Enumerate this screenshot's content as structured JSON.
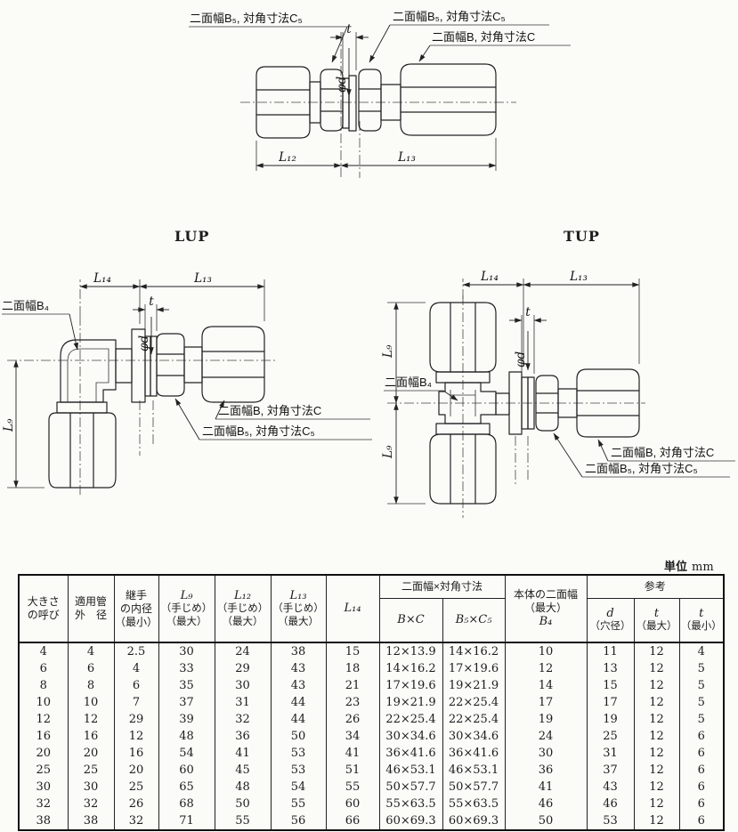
{
  "unit": {
    "label": "単位",
    "value": "mm"
  },
  "figures": {
    "lup_title": "LUP",
    "tup_title": "TUP"
  },
  "diagram_labels": {
    "b5c5": "二面幅B₅, 対角寸法C₅",
    "bc": "二面幅B, 対角寸法C",
    "b4": "二面幅B₄",
    "t": "t",
    "phi_d": "φd",
    "L9": "L₉",
    "L12": "L₁₂",
    "L13": "L₁₃",
    "L14": "L₁₄"
  },
  "table": {
    "group_headers": {
      "width_across": "二面幅×対角寸法",
      "reference": "参考"
    },
    "columns": {
      "size": "大きさ\nの呼び",
      "pipe_od": "適用管\n外　径",
      "bore": "継手\nの内径\n（最小）",
      "L9_sym": "L₉",
      "L9_sub": "（手じめ）\n（最大）",
      "L12_sym": "L₁₂",
      "L12_sub": "（手じめ）\n（最大）",
      "L13_sym": "L₁₃",
      "L13_sub": "（手じめ）\n（最大）",
      "L14_sym": "L₁₄",
      "bxc": "B×C",
      "b5xc5": "B₅×C₅",
      "body_jp": "本体の二面幅\n（最大）",
      "body_sym": "B₄",
      "d_sym": "d",
      "d_sub": "（穴径）",
      "tmax_sym": "t",
      "tmax_sub": "（最大）",
      "tmin_sym": "t",
      "tmin_sub": "（最小）"
    },
    "rows": [
      [
        "4",
        "4",
        "2.5",
        "30",
        "24",
        "38",
        "15",
        "12×13.9",
        "14×16.2",
        "10",
        "11",
        "12",
        "4"
      ],
      [
        "6",
        "6",
        "4",
        "33",
        "29",
        "43",
        "18",
        "14×16.2",
        "17×19.6",
        "12",
        "13",
        "12",
        "5"
      ],
      [
        "8",
        "8",
        "6",
        "35",
        "30",
        "43",
        "21",
        "17×19.6",
        "19×21.9",
        "14",
        "15",
        "12",
        "5"
      ],
      [
        "10",
        "10",
        "7",
        "37",
        "31",
        "44",
        "23",
        "19×21.9",
        "22×25.4",
        "17",
        "17",
        "12",
        "5"
      ],
      [
        "12",
        "12",
        "29",
        "39",
        "32",
        "44",
        "26",
        "22×25.4",
        "22×25.4",
        "19",
        "19",
        "12",
        "5"
      ],
      [
        "16",
        "16",
        "12",
        "48",
        "36",
        "50",
        "34",
        "30×34.6",
        "30×34.6",
        "24",
        "25",
        "12",
        "6"
      ],
      [
        "20",
        "20",
        "16",
        "54",
        "41",
        "53",
        "41",
        "36×41.6",
        "36×41.6",
        "30",
        "31",
        "12",
        "6"
      ],
      [
        "25",
        "25",
        "20",
        "60",
        "45",
        "53",
        "51",
        "46×53.1",
        "46×53.1",
        "36",
        "37",
        "12",
        "6"
      ],
      [
        "30",
        "30",
        "25",
        "65",
        "48",
        "54",
        "55",
        "50×57.7",
        "50×57.7",
        "41",
        "43",
        "12",
        "6"
      ],
      [
        "32",
        "32",
        "26",
        "68",
        "50",
        "55",
        "60",
        "55×63.5",
        "55×63.5",
        "46",
        "46",
        "12",
        "6"
      ],
      [
        "38",
        "38",
        "32",
        "71",
        "55",
        "56",
        "66",
        "60×69.3",
        "60×69.3",
        "50",
        "53",
        "12",
        "6"
      ]
    ]
  }
}
